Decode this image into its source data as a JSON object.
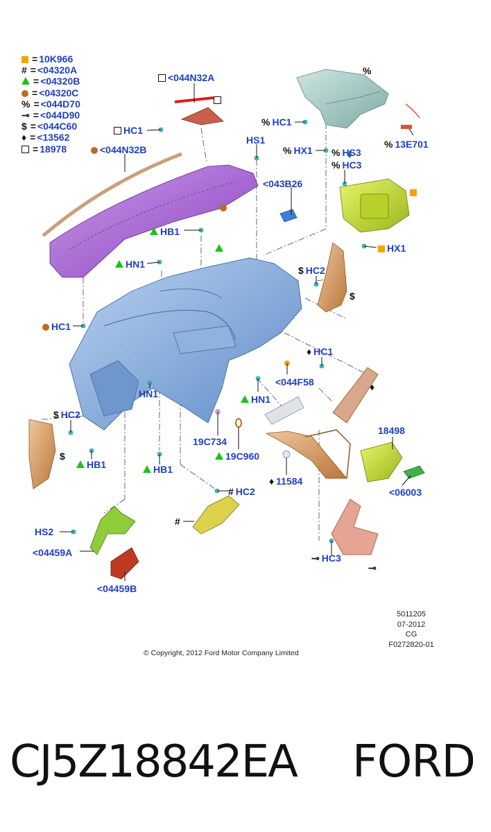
{
  "legend": [
    {
      "symbol": "orange-square",
      "code": "10K966"
    },
    {
      "symbol": "#",
      "code": "<04320A"
    },
    {
      "symbol": "green-triangle",
      "code": "<04320B"
    },
    {
      "symbol": "brown-dot",
      "code": "<04320C"
    },
    {
      "symbol": "%",
      "code": "<044D70"
    },
    {
      "symbol": "clip-icon",
      "code": "<044D90"
    },
    {
      "symbol": "$",
      "code": "<044C60"
    },
    {
      "symbol": "diamond",
      "code": "<13562"
    },
    {
      "symbol": "open-square",
      "code": "18978"
    }
  ],
  "callouts": {
    "c044N32A_top": "<044N32A",
    "hc1_left": "HC1",
    "c044N32B": "<044N32B",
    "hs1": "HS1",
    "c043B26": "<043B26",
    "pct_hc1": "HC1",
    "pct_hx1": "HX1",
    "hs3": "HS3",
    "hc3_top": "HC3",
    "pct_13E701": "13E701",
    "hb1_top": "HB1",
    "hn1_left": "HN1",
    "hx1_right": "HX1",
    "hc2_right": "HC2",
    "hc1_brown": "HC1",
    "hc1_diamond": "HC1",
    "c044F58": "<044F58",
    "hn1_lower": "HN1",
    "hn1_mid": "HN1",
    "hc2_left": "HC2",
    "c19C734": "19C734",
    "c19C960": "19C960",
    "c18498": "18498",
    "hb1_left": "HB1",
    "hb1_mid": "HB1",
    "c11584": "11584",
    "c06003": "<06003",
    "hc2_bottom": "HC2",
    "hs2": "HS2",
    "c04459A": "<04459A",
    "c04459B": "<04459B",
    "hc3_bottom": "HC3"
  },
  "symbols": {
    "pct": "%",
    "hash": "#",
    "dollar": "$",
    "diamond": "♦",
    "clip": "⊸"
  },
  "meta": {
    "line1": "5011205",
    "line2": "07-2012",
    "line3": "CG",
    "line4": "F0272820-01"
  },
  "copyright": "© Copyright, 2012 Ford Motor Company Limited",
  "footer": {
    "part_number": "CJ5Z18842EA",
    "brand": "FORD"
  },
  "colors": {
    "label_blue": "#1f3fbf",
    "orange": "#f5a300",
    "green": "#19c419",
    "brown": "#c06a1d",
    "panel_blue": "#7fa6d8",
    "purple": "#a45fd0",
    "tan": "#d49a62",
    "lime": "#c6e02a",
    "teal_grey": "#9fc9c4",
    "red": "#c83a1e"
  }
}
